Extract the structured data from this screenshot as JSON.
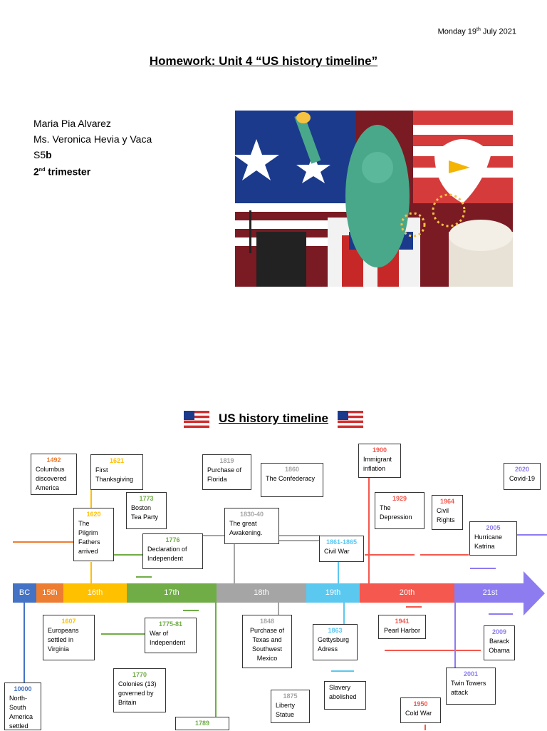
{
  "header": {
    "date_text": "Monday 19",
    "date_sup": "th",
    "date_rest": " July 2021",
    "title": "Homework: Unit 4 “US history timeline”"
  },
  "student": {
    "name": "Maria Pia Alvarez",
    "teacher": "Ms. Veronica Hevia y Vaca",
    "class_prefix": "S5",
    "class_bold": "b",
    "term_num": "2",
    "term_sup": "nd",
    "term_rest": " trimester"
  },
  "timeline": {
    "title": "US history timeline",
    "segments": [
      {
        "label": "BC",
        "color": "#4472c4"
      },
      {
        "label": "15th",
        "color": "#ed7d31"
      },
      {
        "label": "16th",
        "color": "#ffc000"
      },
      {
        "label": "17th",
        "color": "#70ad47"
      },
      {
        "label": "18th",
        "color": "#a5a5a5"
      },
      {
        "label": "19th",
        "color": "#5bc8f0"
      },
      {
        "label": "20th",
        "color": "#f4584e"
      },
      {
        "label": "21st",
        "color": "#8c7cf0"
      }
    ],
    "events": [
      {
        "year": "1492",
        "text": "Columbus discovered America",
        "color": "#ed7d31"
      },
      {
        "year": "1621",
        "text": "First Thanksgiving",
        "color": "#ffc000"
      },
      {
        "year": "1773",
        "text": "Boston Tea Party",
        "color": "#70ad47"
      },
      {
        "year": "1620",
        "text": "The Pilgrim Fathers arrived",
        "color": "#ffc000"
      },
      {
        "year": "1776",
        "text": "Declaration of Independent",
        "color": "#70ad47"
      },
      {
        "year": "1819",
        "text": "Purchase of Florida",
        "color": "#a5a5a5"
      },
      {
        "year": "1860",
        "text": "The Confederacy",
        "color": "#a5a5a5"
      },
      {
        "year": "1830-40",
        "text": "The great Awakening.",
        "color": "#a5a5a5"
      },
      {
        "year": "1900",
        "text": "Immigrant inflation",
        "color": "#f4584e"
      },
      {
        "year": "1929",
        "text": "The Depression",
        "color": "#f4584e"
      },
      {
        "year": "1964",
        "text": "Civil Rights",
        "color": "#f4584e"
      },
      {
        "year": "2020",
        "text": "Covid-19",
        "color": "#8c7cf0"
      },
      {
        "year": "2005",
        "text": "Hurricane Katrina",
        "color": "#8c7cf0"
      },
      {
        "year": "1861-1865",
        "text": "Civil War",
        "color": "#5bc8f0"
      },
      {
        "year": "1607",
        "text": "Europeans settled in Virginia",
        "color": "#ffc000"
      },
      {
        "year": "1775-81",
        "text": "War of Independent",
        "color": "#70ad47"
      },
      {
        "year": "1848",
        "text": "Purchase of Texas and Southwest Mexico",
        "color": "#a5a5a5"
      },
      {
        "year": "1863",
        "text": "Gettysburg Adress",
        "color": "#5bc8f0"
      },
      {
        "year": "1941",
        "text": "Pearl Harbor",
        "color": "#f4584e"
      },
      {
        "year": "2009",
        "text": "Barack Obama",
        "color": "#8c7cf0"
      },
      {
        "year": "1770",
        "text": "Colonies (13) governed by Britain",
        "color": "#70ad47"
      },
      {
        "year": "1875",
        "text": "Liberty Statue",
        "color": "#a5a5a5"
      },
      {
        "year": "",
        "text": "Slavery abolished",
        "color": "#5bc8f0"
      },
      {
        "year": "2001",
        "text": "Twin Towers attack",
        "color": "#8c7cf0"
      },
      {
        "year": "1950",
        "text": "Cold War",
        "color": "#f4584e"
      },
      {
        "year": "10000",
        "text": "North-South America settled",
        "color": "#4472c4"
      },
      {
        "year": "1789",
        "text": "",
        "color": "#70ad47"
      }
    ]
  }
}
